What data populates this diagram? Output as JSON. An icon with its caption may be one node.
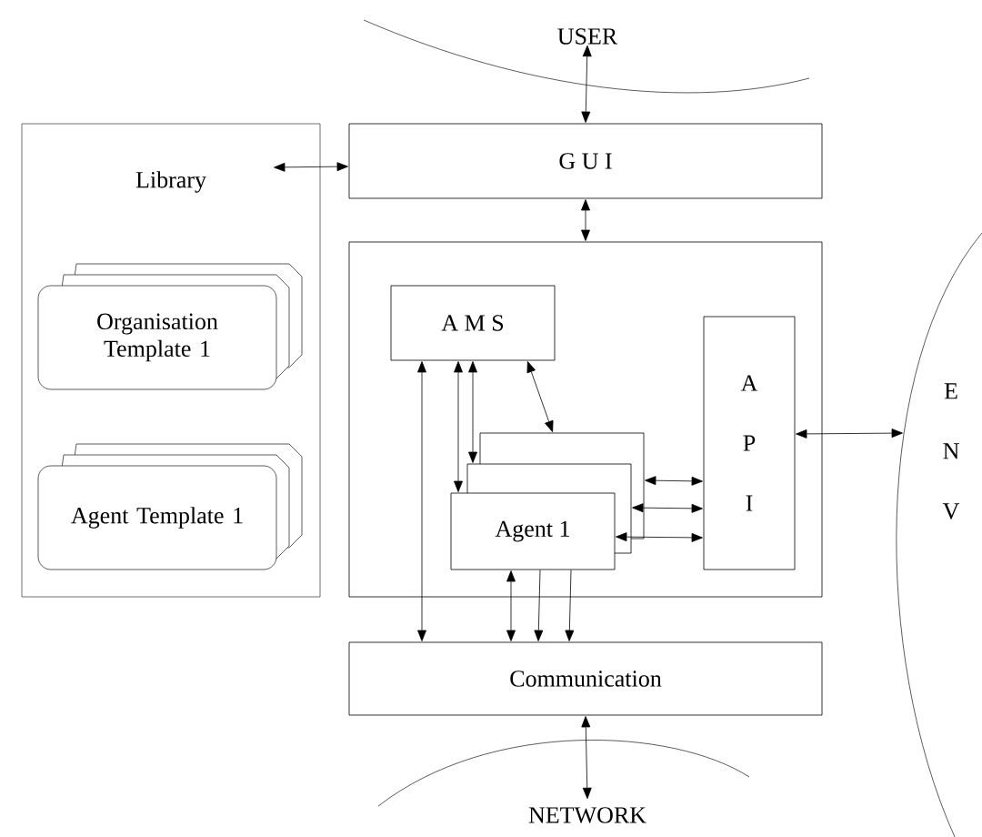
{
  "diagram": {
    "nodes": [
      {
        "text": [
          "USER"
        ]
      },
      {
        "text": [
          "Library"
        ]
      },
      {
        "text": [
          "Organisation Template 1"
        ],
        "in": 1
      },
      {
        "text": [
          "Agent Template 1"
        ],
        "in": 1
      },
      {
        "text": [
          "G U I"
        ]
      },
      {
        "text": [],
        "shape": "box"
      },
      {
        "text": [
          "A M S"
        ],
        "in": 5
      },
      {
        "text": [],
        "shape": "box",
        "in": 5
      },
      {
        "text": [],
        "shape": "box",
        "in": 5
      },
      {
        "text": [
          "Agent 1"
        ],
        "in": 5
      },
      {
        "text": [
          "A P I"
        ],
        "in": 5
      },
      {
        "text": [
          "E N V"
        ]
      },
      {
        "text": [
          "Communication"
        ]
      },
      {
        "text": [
          "NETWORK"
        ]
      }
    ],
    "edges": [
      {
        "from": 4,
        "to": 0,
        "arrow": "both"
      },
      {
        "from": 4,
        "to": 1,
        "arrow": "both"
      },
      {
        "from": 4,
        "to": 5,
        "arrow": "both"
      },
      {
        "from": 6,
        "to": 12,
        "arrow": "both"
      },
      {
        "from": 6,
        "to": 9,
        "arrow": "both"
      },
      {
        "from": 6,
        "to": 8,
        "arrow": "both"
      },
      {
        "from": 6,
        "to": 7,
        "arrow": "both"
      },
      {
        "from": 7,
        "to": 10,
        "arrow": "both"
      },
      {
        "from": 8,
        "to": 10,
        "arrow": "both"
      },
      {
        "from": 9,
        "to": 10,
        "arrow": "both"
      },
      {
        "from": 10,
        "to": 11,
        "arrow": "both"
      },
      {
        "from": 9,
        "to": 12,
        "arrow": "both"
      },
      {
        "from": 9,
        "to": 12,
        "arrow": "to"
      },
      {
        "from": 9,
        "to": 12,
        "arrow": "to"
      },
      {
        "from": 12,
        "to": 13,
        "arrow": "both"
      }
    ]
  }
}
